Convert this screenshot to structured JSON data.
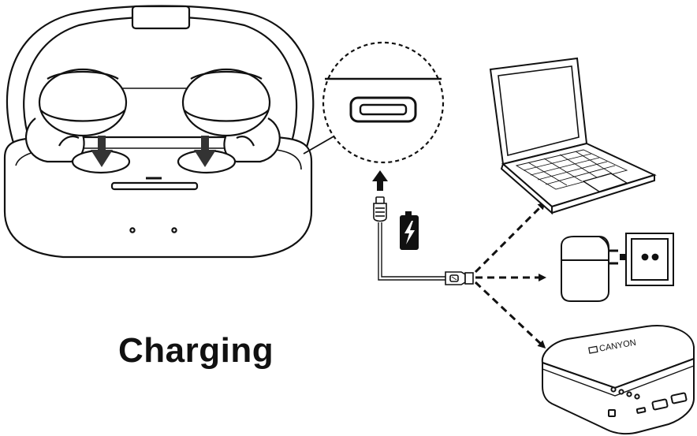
{
  "title": "Charging",
  "brand_logo": "CANYON",
  "colors": {
    "line": "#111111",
    "fill": "#ffffff",
    "dark": "#111111"
  },
  "icons": [
    "earbud-case",
    "earbud-left",
    "earbud-right",
    "insert-arrow-icon",
    "usb-c-port-icon",
    "usb-c-plug-icon",
    "battery-charging-icon",
    "usb-a-plug-icon",
    "laptop",
    "wall-adapter",
    "power-outlet",
    "power-bank"
  ]
}
